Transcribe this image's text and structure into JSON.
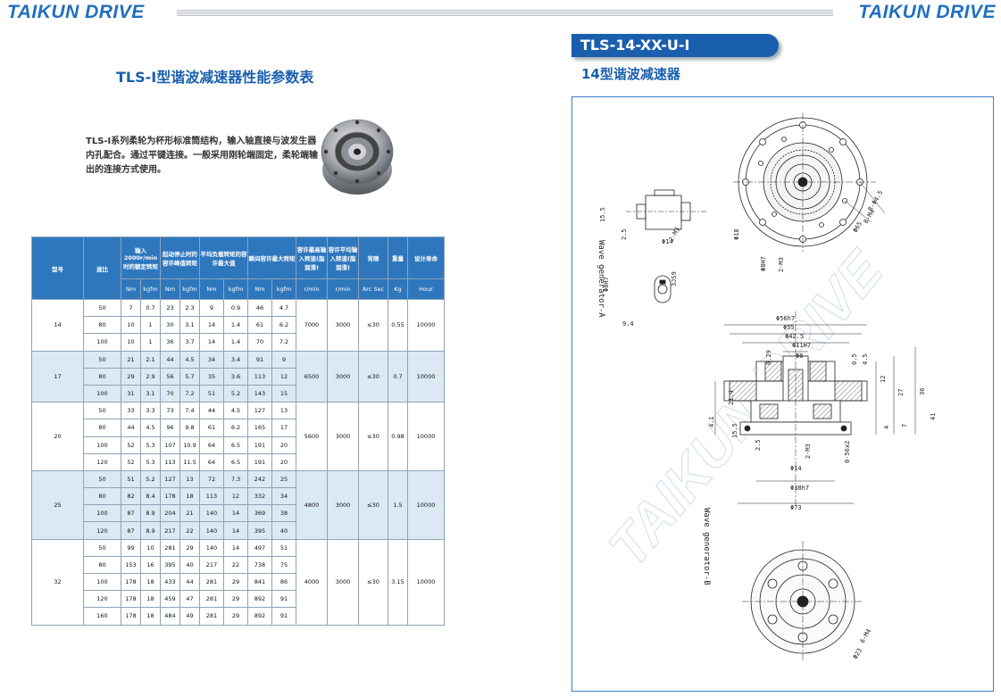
{
  "brand": "TAIKUN DRIVE",
  "left_title": "TLS-Ⅰ型谐波减速器性能参数表",
  "intro_text": "TLS-Ⅰ系列柔轮为杯形标准筒结构，输入轴直接与波发生器内孔配合。通过平键连接。一般采用刚轮端固定，柔轮端输出的连接方式使用。",
  "right_tag": "TLS-14-XX-U-Ⅰ",
  "right_title": "14型谐波减速器",
  "table": {
    "head1": [
      "型号",
      "速比",
      "输入2000r/min时的额定转矩",
      "起动停止时的容许峰值转矩",
      "平均负载转矩的容许最大值",
      "瞬间容许最大转矩",
      "容许最高输入转速(脂润滑)",
      "容许平均输入转速(脂润滑)",
      "背隙",
      "重量",
      "设计寿命"
    ],
    "head2": [
      "Nm",
      "kgfm",
      "Nm",
      "kgfm",
      "Nm",
      "kgfm",
      "Nm",
      "kgfm",
      "r/min",
      "r/min",
      "Arc Sec",
      "Kg",
      "Hour"
    ],
    "groups": [
      {
        "model": "14",
        "max_speed": "7000",
        "avg_speed": "3000",
        "backlash": "≤30",
        "weight": "0.55",
        "life": "10000",
        "rows": [
          [
            "50",
            "7",
            "0.7",
            "23",
            "2.3",
            "9",
            "0.9",
            "46",
            "4.7"
          ],
          [
            "80",
            "10",
            "1",
            "30",
            "3.1",
            "14",
            "1.4",
            "61",
            "6.2"
          ],
          [
            "100",
            "10",
            "1",
            "36",
            "3.7",
            "14",
            "1.4",
            "70",
            "7.2"
          ]
        ]
      },
      {
        "model": "17",
        "max_speed": "6500",
        "avg_speed": "3000",
        "backlash": "≤30",
        "weight": "0.7",
        "life": "10000",
        "rows": [
          [
            "50",
            "21",
            "2.1",
            "44",
            "4.5",
            "34",
            "3.4",
            "91",
            "9"
          ],
          [
            "80",
            "29",
            "2.9",
            "56",
            "5.7",
            "35",
            "3.6",
            "113",
            "12"
          ],
          [
            "100",
            "31",
            "3.1",
            "70",
            "7.2",
            "51",
            "5.2",
            "143",
            "15"
          ]
        ]
      },
      {
        "model": "20",
        "max_speed": "5600",
        "avg_speed": "3000",
        "backlash": "≤30",
        "weight": "0.98",
        "life": "10000",
        "rows": [
          [
            "50",
            "33",
            "3.3",
            "73",
            "7.4",
            "44",
            "4.5",
            "127",
            "13"
          ],
          [
            "80",
            "44",
            "4.5",
            "96",
            "9.8",
            "61",
            "6.2",
            "165",
            "17"
          ],
          [
            "100",
            "52",
            "5.3",
            "107",
            "10.9",
            "64",
            "6.5",
            "191",
            "20"
          ],
          [
            "120",
            "52",
            "5.3",
            "113",
            "11.5",
            "64",
            "6.5",
            "191",
            "20"
          ]
        ]
      },
      {
        "model": "25",
        "max_speed": "4800",
        "avg_speed": "3000",
        "backlash": "≤30",
        "weight": "1.5",
        "life": "10000",
        "rows": [
          [
            "50",
            "51",
            "5.2",
            "127",
            "13",
            "72",
            "7.3",
            "242",
            "25"
          ],
          [
            "80",
            "82",
            "8.4",
            "178",
            "18",
            "113",
            "12",
            "332",
            "34"
          ],
          [
            "100",
            "87",
            "8.9",
            "204",
            "21",
            "140",
            "14",
            "369",
            "38"
          ],
          [
            "120",
            "87",
            "8.9",
            "217",
            "22",
            "140",
            "14",
            "395",
            "40"
          ]
        ]
      },
      {
        "model": "32",
        "max_speed": "4000",
        "avg_speed": "3000",
        "backlash": "≤30",
        "weight": "3.15",
        "life": "10000",
        "rows": [
          [
            "50",
            "99",
            "10",
            "281",
            "29",
            "140",
            "14",
            "497",
            "51"
          ],
          [
            "80",
            "153",
            "16",
            "395",
            "40",
            "217",
            "22",
            "738",
            "75"
          ],
          [
            "100",
            "178",
            "18",
            "433",
            "44",
            "281",
            "29",
            "841",
            "86"
          ],
          [
            "120",
            "178",
            "18",
            "459",
            "47",
            "281",
            "29",
            "892",
            "91"
          ],
          [
            "160",
            "178",
            "18",
            "484",
            "49",
            "281",
            "29",
            "892",
            "91"
          ]
        ]
      }
    ]
  },
  "drawing": {
    "label_a": "Wave generator-A",
    "label_b": "Wave generator-B",
    "watermark": "TAIKUN DRIVE",
    "dims": [
      "8-Φ4.5",
      "8-M4",
      "Φ65",
      "Φ18",
      "Φ8H7",
      "2-M3",
      "Φ14",
      "15.5",
      "2.5",
      "2-M3",
      "3JS9",
      "Φ8H7",
      "9.4",
      "Φ56h7",
      "Φ55",
      "Φ42.5",
      "Φ11H7",
      "Φ8",
      "0.29",
      "0.5",
      "4.5",
      "12",
      "27",
      "36",
      "41",
      "21.4",
      "15.5",
      "4.1",
      "7",
      "4",
      "2.5",
      "Φ14",
      "2-M3",
      "0-56x2",
      "Φ38h7",
      "Φ73",
      "6-M4",
      "Φ23"
    ]
  }
}
